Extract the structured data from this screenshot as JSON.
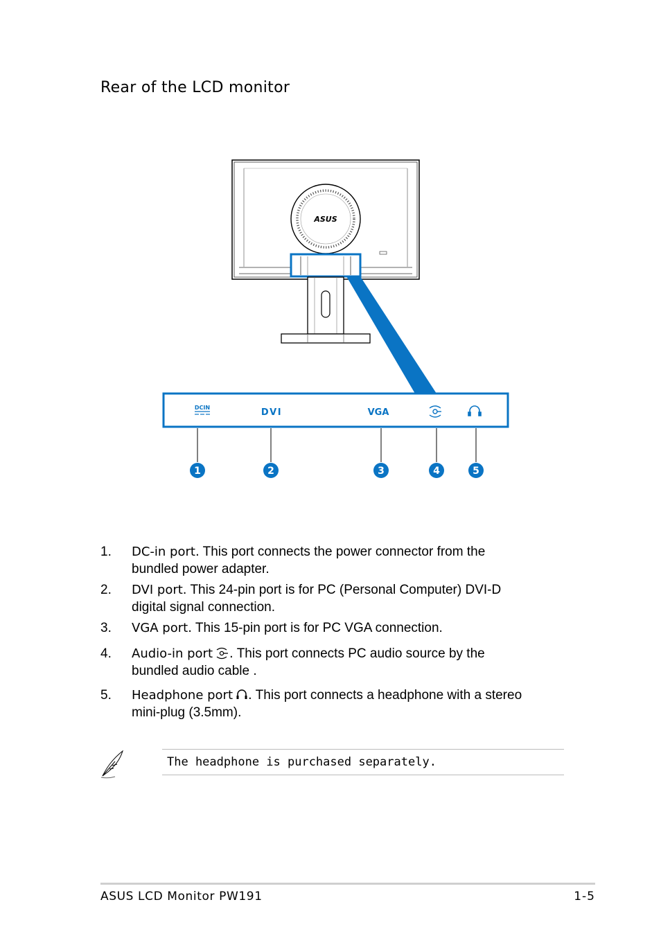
{
  "page": {
    "section_title": "Rear of the LCD monitor",
    "footer_left": "ASUS LCD Monitor PW191",
    "footer_right": "1-5"
  },
  "diagram": {
    "brand_logo": "ASUS",
    "port_labels": [
      "DCIN",
      "DVI",
      "VGA"
    ],
    "port_icons": [
      "audio-in-icon",
      "headphone-icon"
    ],
    "callouts": [
      "1",
      "2",
      "3",
      "4",
      "5"
    ],
    "accent_color": "#0a74c4"
  },
  "items": [
    {
      "num": "1.",
      "term": "DC-in port.",
      "text": " This port connects the power connector from the",
      "cont": "bundled power adapter."
    },
    {
      "num": "2.",
      "term": "DVI port.",
      "text": " This 24-pin port is for PC (Personal Computer)  DVI-D",
      "cont": "digital signal connection."
    },
    {
      "num": "3.",
      "term": "VGA port.",
      "text": " This 15-pin port is for PC VGA connection.",
      "cont": ""
    },
    {
      "num": "4.",
      "term": "Audio-in port",
      "term_end": ".",
      "text": "  This port connects PC audio source by the",
      "cont": "bundled audio cable ."
    },
    {
      "num": "5.",
      "term": "Headphone port",
      "term_end": ".",
      "text": " This port connects a headphone with a stereo",
      "cont": "mini-plug (3.5mm)."
    }
  ],
  "note": {
    "icon": "feather-pen-icon",
    "text": "The headphone is purchased separately."
  }
}
